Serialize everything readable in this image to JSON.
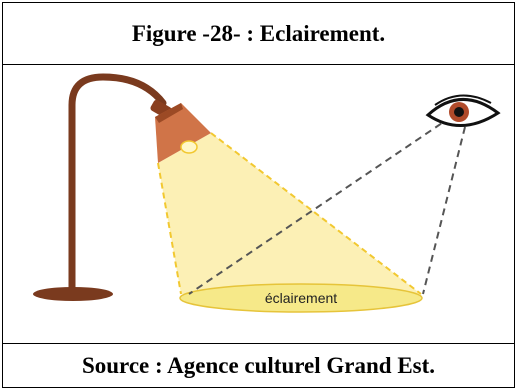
{
  "figure": {
    "title": "Figure -28- : Eclairement.",
    "source": "Source : Agence culturel Grand Est.",
    "labels": {
      "illuminance": "éclairement"
    },
    "colors": {
      "lamp_body": "#7a3a1e",
      "lamp_shade": "#d07448",
      "light_beam": "#fbeda8",
      "beam_edge": "#f2c830",
      "illuminated_area": "#f6e989",
      "sight_line": "#555555",
      "eye_iris": "#b04a2a"
    },
    "icons": [
      "desk-lamp-icon",
      "eye-icon"
    ]
  }
}
